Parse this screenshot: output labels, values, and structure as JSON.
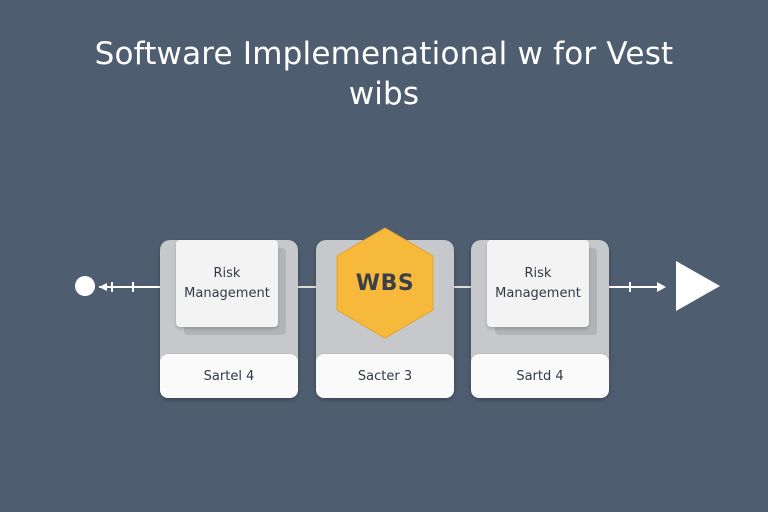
{
  "title": {
    "line1": "Software Implemenational w for Vest",
    "line2": "wibs"
  },
  "stages": [
    {
      "card_line1": "Risk",
      "card_line2": "Management",
      "footer": "Sartel 4"
    },
    {
      "hex_label": "WBS",
      "footer": "Sacter 3"
    },
    {
      "card_line1": "Risk",
      "card_line2": "Management",
      "footer": "Sartd 4"
    }
  ],
  "colors": {
    "background": "#4f5d70",
    "stage_panel": "#c7c8cb",
    "card": "#f3f3f3",
    "hexagon": "#f6b93b",
    "text": "#333a45",
    "arrow": "#ffffff"
  },
  "icons": {
    "start": "start-circle-icon",
    "end": "end-arrow-icon"
  }
}
